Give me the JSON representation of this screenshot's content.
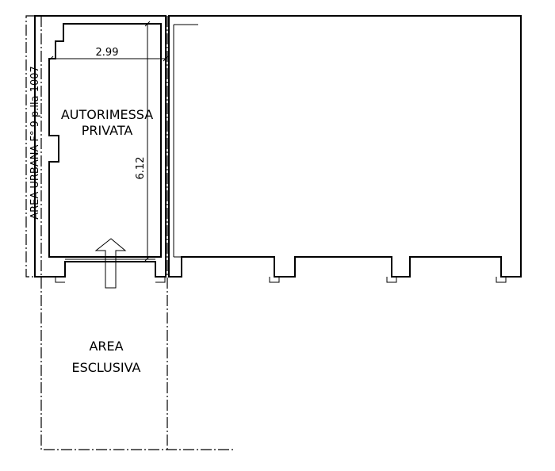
{
  "labels": {
    "room_line1": "AUTORIMESSA",
    "room_line2": "PRIVATA",
    "area_line1": "AREA",
    "area_line2": "ESCLUSIVA",
    "boundary": "AREA URBANA F° 9 p.lla 1007"
  },
  "dimensions": {
    "width": "2.99",
    "depth": "6.12"
  }
}
